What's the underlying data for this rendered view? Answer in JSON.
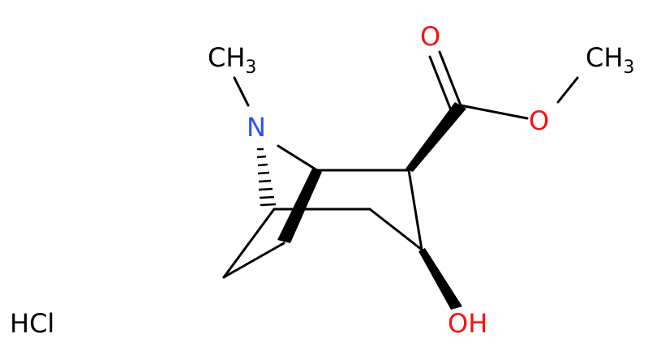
{
  "molecule": {
    "labels": {
      "n_methyl_c": "CH",
      "n_methyl_sub": "3",
      "nitrogen": "N",
      "carbonyl_o": "O",
      "ester_o": "O",
      "ester_methyl_c": "CH",
      "ester_methyl_sub": "3",
      "hydroxyl": "OH",
      "salt": "HCl"
    },
    "colors": {
      "bond": "#000000",
      "nitrogen": "#3050F8",
      "oxygen": "#FF0D0D",
      "carbon_label": "#000000",
      "salt": "#000000"
    }
  }
}
